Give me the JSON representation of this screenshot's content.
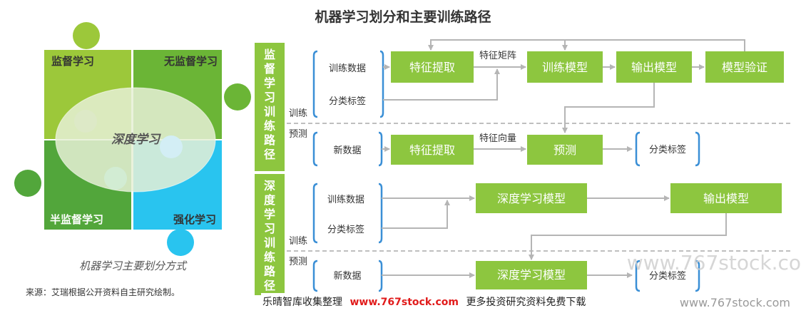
{
  "page": {
    "title": "机器学习划分和主要训练路径",
    "caption": "机器学习主要划分方式",
    "source": "来源：艾瑞根据公开资料自主研究绘制。"
  },
  "puzzle": {
    "supervised": "监督学习",
    "unsupervised": "无监督学习",
    "semi_supervised": "半监督学习",
    "reinforcement": "强化学习",
    "deep": "深度学习",
    "colors": {
      "light_green": "#9cc83a",
      "green": "#6bb536",
      "mid_green": "#52a63b",
      "cyan": "#29c4ef",
      "ellipse": "#e6f0d6"
    }
  },
  "supervised_path": {
    "side_label": [
      "监",
      "督",
      "学",
      "习",
      "训",
      "练",
      "路",
      "径"
    ],
    "train_label": "训练",
    "predict_label": "预测",
    "inputs": [
      "训练数据",
      "分类标签"
    ],
    "boxes": [
      "特征提取",
      "训练模型",
      "输出模型",
      "模型验证"
    ],
    "arrow_label": "特征矩阵",
    "predict_input": "新数据",
    "predict_boxes": [
      "特征提取",
      "预测"
    ],
    "predict_arrow_label": "特征向量",
    "predict_output": "分类标签"
  },
  "deep_path": {
    "side_label": [
      "深",
      "度",
      "学",
      "习",
      "训",
      "练",
      "路",
      "径"
    ],
    "train_label": "训练",
    "predict_label": "预测",
    "inputs": [
      "训练数据",
      "分类标签"
    ],
    "boxes": [
      "深度学习模型",
      "输出模型"
    ],
    "predict_input": "新数据",
    "predict_box": "深度学习模型",
    "predict_output": "分类标签"
  },
  "watermarks": {
    "center_banner": "乐晴智库收集整理",
    "center_url": "www.767stock.com",
    "center_tail": "更多投资研究资料免费下载",
    "right_big": "www.767stock.co",
    "right_small": "www.767stock.com"
  },
  "colors": {
    "box_green": "#8dc63f",
    "bracket_blue": "#3a8fd6",
    "arrow_grey": "#b5b5b5",
    "url_red": "#e11b1b"
  }
}
